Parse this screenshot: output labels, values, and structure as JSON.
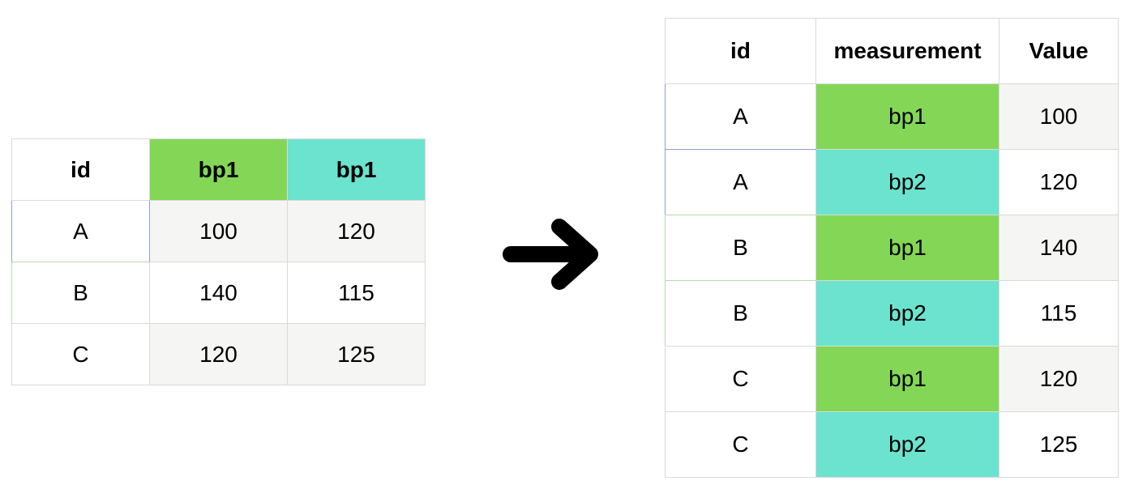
{
  "colors": {
    "bp1": "#84d756",
    "bp2": "#6be3cf",
    "shaded_cell": "#f5f5f4",
    "border": "#d9d9d9"
  },
  "wide_table": {
    "headers": [
      "id",
      "bp1",
      "bp1"
    ],
    "rows": [
      [
        "A",
        "100",
        "120"
      ],
      [
        "B",
        "140",
        "115"
      ],
      [
        "C",
        "120",
        "125"
      ]
    ]
  },
  "arrow_icon": "right-arrow-icon",
  "long_table": {
    "headers": [
      "id",
      "measurement",
      "Value"
    ],
    "rows": [
      [
        "A",
        "bp1",
        "100"
      ],
      [
        "A",
        "bp2",
        "120"
      ],
      [
        "B",
        "bp1",
        "140"
      ],
      [
        "B",
        "bp2",
        "115"
      ],
      [
        "C",
        "bp1",
        "120"
      ],
      [
        "C",
        "bp2",
        "125"
      ]
    ]
  }
}
